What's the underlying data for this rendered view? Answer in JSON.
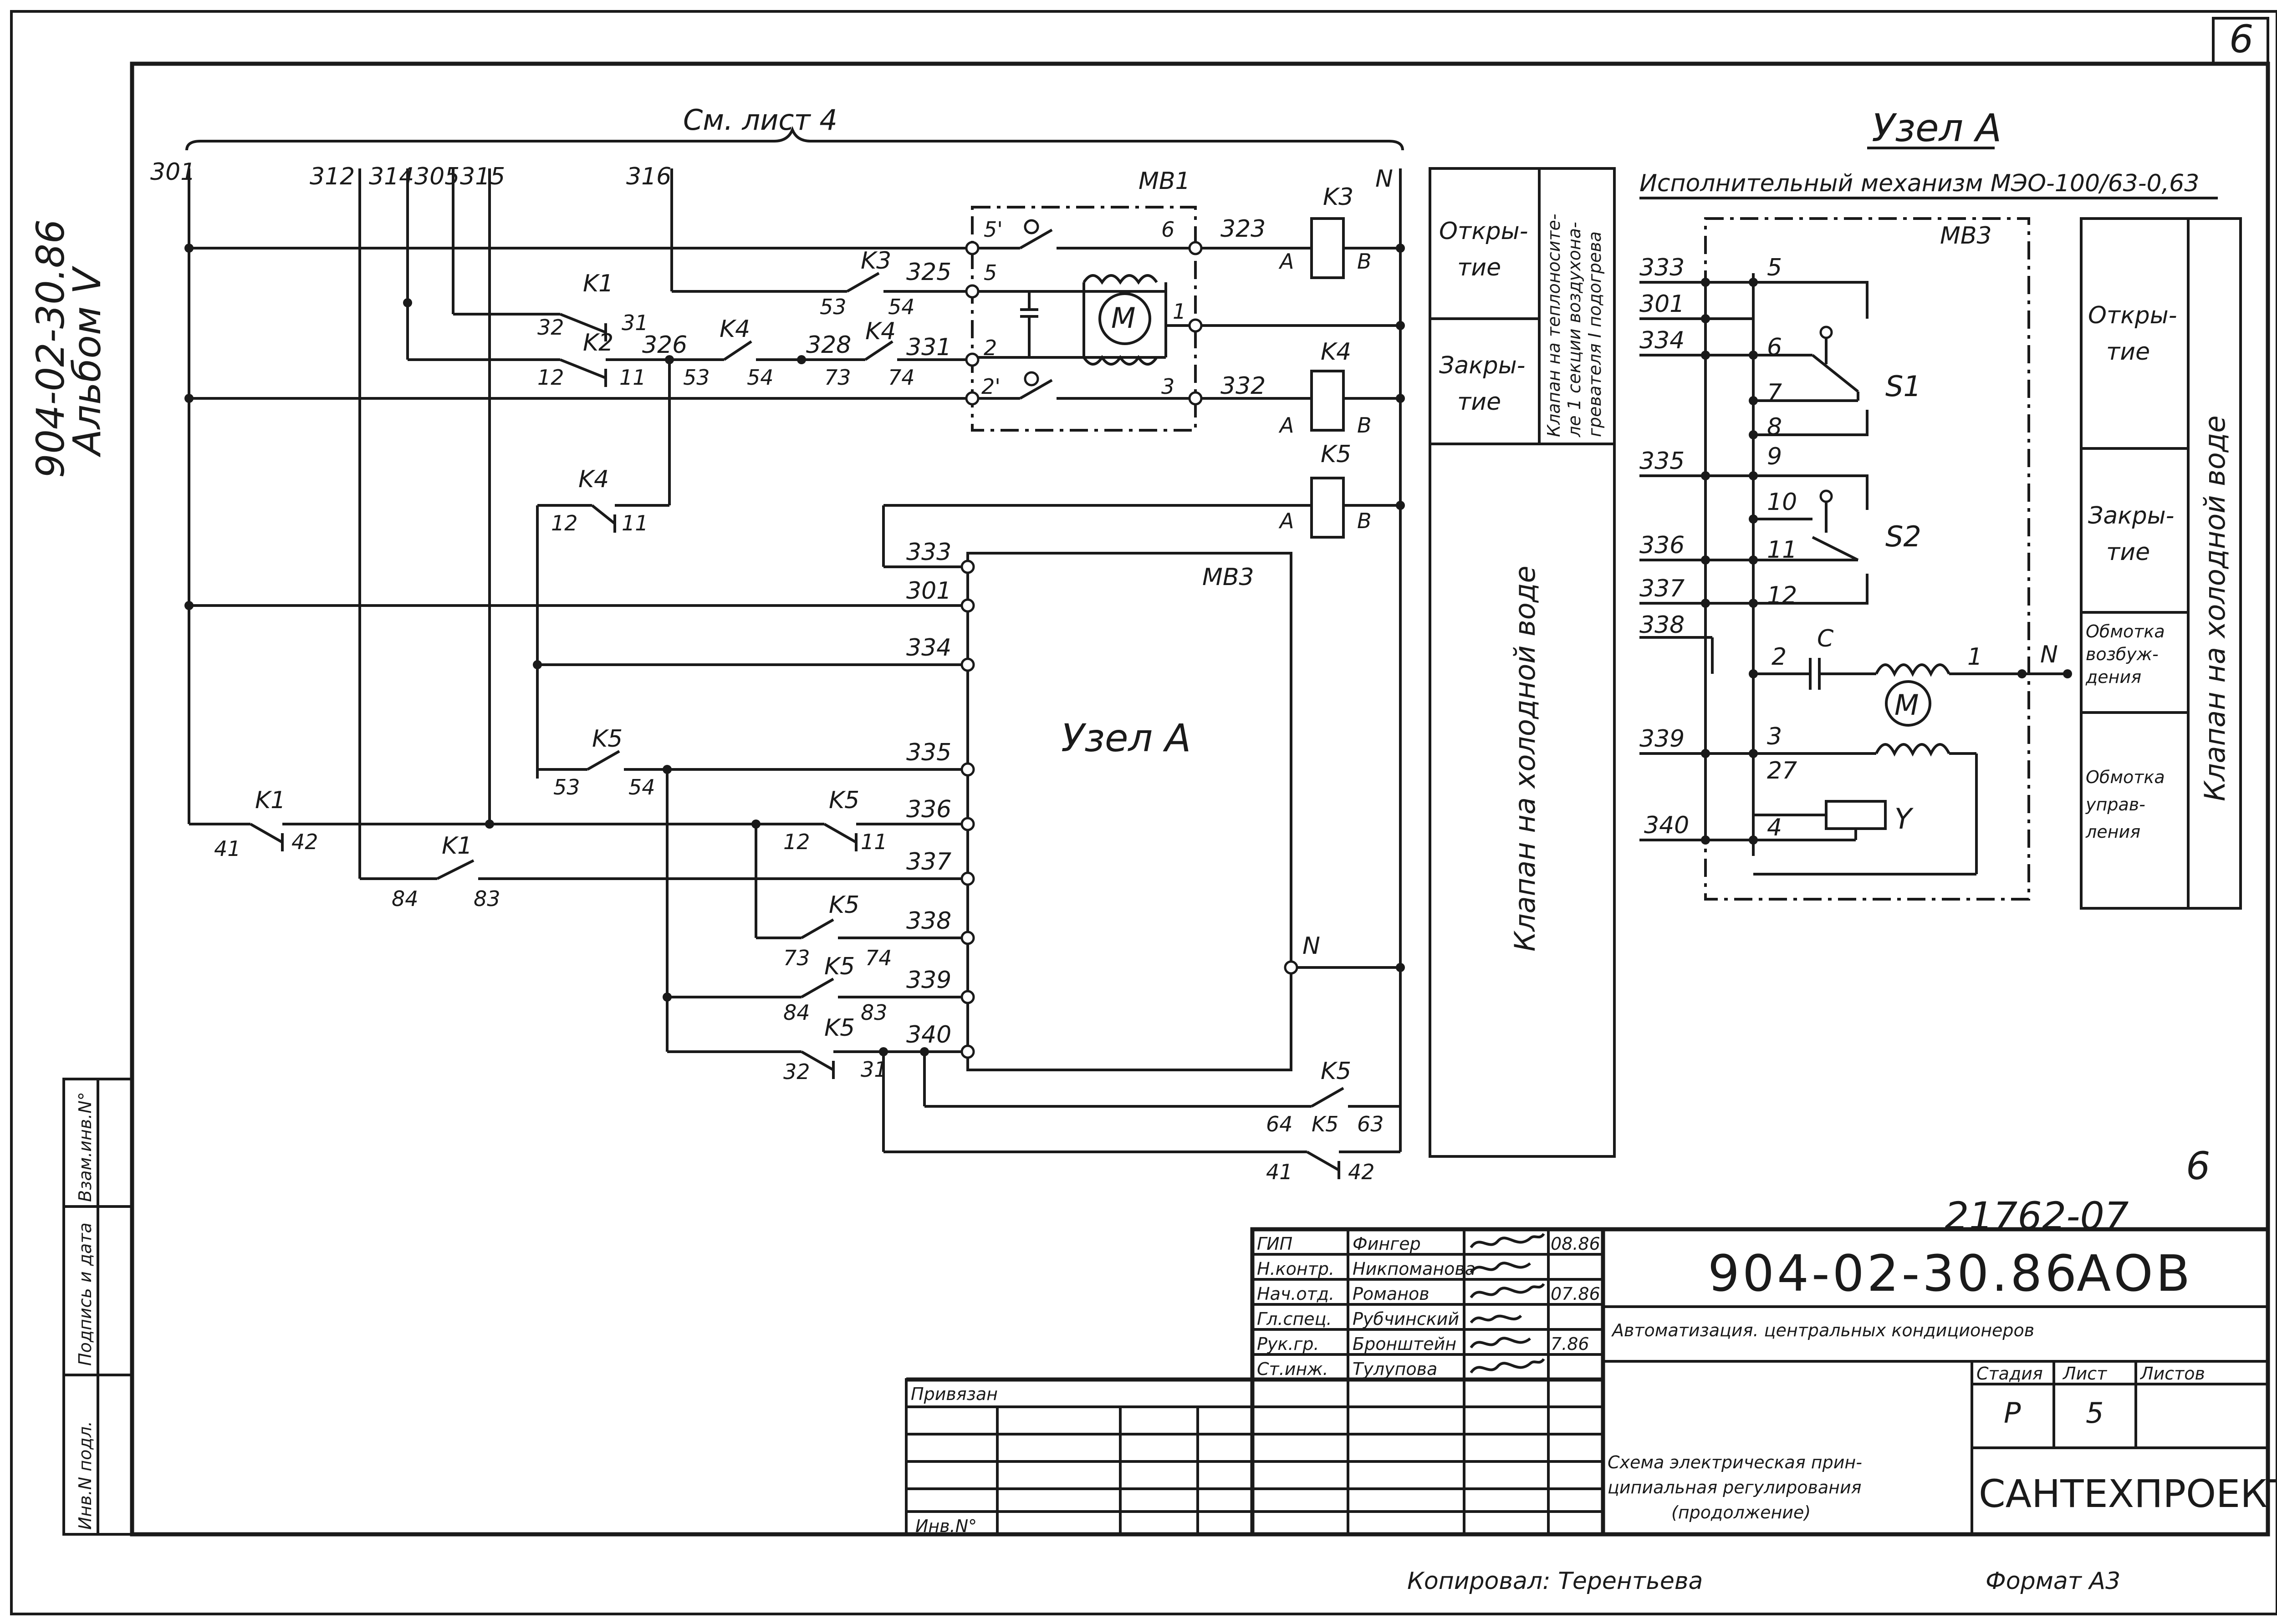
{
  "page_number": "6",
  "bottom_page_number": "6",
  "side": {
    "doc_code": "904-02-30.86",
    "album": "Альбом V"
  },
  "stamps": {
    "inv_podl": "Инв.N подл.",
    "podpis": "Подпись и дата",
    "vzam": "Взам.инв.N°"
  },
  "main": {
    "see_sheet": "См. лист 4",
    "node_a": "Узел А",
    "mv1": "МВ1",
    "mv3": "МВ3",
    "motor": "M",
    "neutral": "N",
    "bus_labels": [
      "301",
      "312",
      "314",
      "305",
      "315",
      "316"
    ],
    "wire_labels": [
      "323",
      "325",
      "326",
      "328",
      "331",
      "332",
      "333",
      "301",
      "334",
      "335",
      "336",
      "337",
      "338",
      "339",
      "340"
    ],
    "contacts": {
      "k1": "K1",
      "k2": "K2",
      "k3": "K3",
      "k4": "K4",
      "k5": "K5"
    },
    "terminals": [
      "5'",
      "6",
      "5",
      "1",
      "2",
      "2'",
      "3",
      "A",
      "B"
    ],
    "numbers": [
      "32",
      "31",
      "12",
      "11",
      "53",
      "54",
      "73",
      "74",
      "41",
      "42",
      "84",
      "83",
      "64",
      "63"
    ]
  },
  "legend_left": {
    "open": "Откры-\nтие",
    "close": "Закры-\nтие",
    "valve_heat": "Клапан на теплоносите-\nле 1 секции воздухона-\nгревателя I подогрева",
    "valve_cold": "Клапан на холодной воде"
  },
  "node": {
    "title": "Узел А",
    "mechanism": "Исполнительный механизм МЭО-100/63-0,63",
    "mv3": "МВ3",
    "wires": [
      "333",
      "301",
      "334",
      "335",
      "336",
      "337",
      "338",
      "339",
      "340"
    ],
    "terminals": [
      "5",
      "6",
      "7",
      "8",
      "9",
      "10",
      "11",
      "12",
      "2",
      "1",
      "3",
      "27",
      "4"
    ],
    "s1": "S1",
    "s2": "S2",
    "c": "C",
    "y": "Y",
    "n": "N",
    "m": "M"
  },
  "legend_right": {
    "open": "Откры-\nтие",
    "close": "Закры-\nтие",
    "winding_exc": "Обмотка\nвозбуж-\nдения",
    "winding_ctrl": "Обмотка\nуправ-\nления",
    "valve": "Клапан на холодной воде"
  },
  "title_block": {
    "reg": "21762-07",
    "code": "904-02-30.86",
    "mark": "АОВ",
    "project": "Автоматизация. центральных кондиционеров",
    "roles": [
      "ГИП",
      "Н.контр.",
      "Нач.отд.",
      "Гл.спец.",
      "Рук.гр.",
      "Ст.инж."
    ],
    "names": [
      "Фингер",
      "Никпоманова",
      "Романов",
      "Рубчинский",
      "Бронштейн",
      "Тулупова"
    ],
    "dates": [
      "08.86",
      "",
      "07.86",
      "",
      "7.86",
      ""
    ],
    "privyazan": "Привязан",
    "inv_no": "Инв.N°",
    "stage_h": "Стадия",
    "sheet_h": "Лист",
    "sheets_h": "Листов",
    "stage": "Р",
    "sheet": "5",
    "drawing_title": "Схема электрическая прин-\nципиальная регулирования\n(продолжение)",
    "org": "САНТЕХПРОЕКТ"
  },
  "footer": {
    "copied": "Копировал: Терентьева",
    "format": "Формат А3"
  }
}
